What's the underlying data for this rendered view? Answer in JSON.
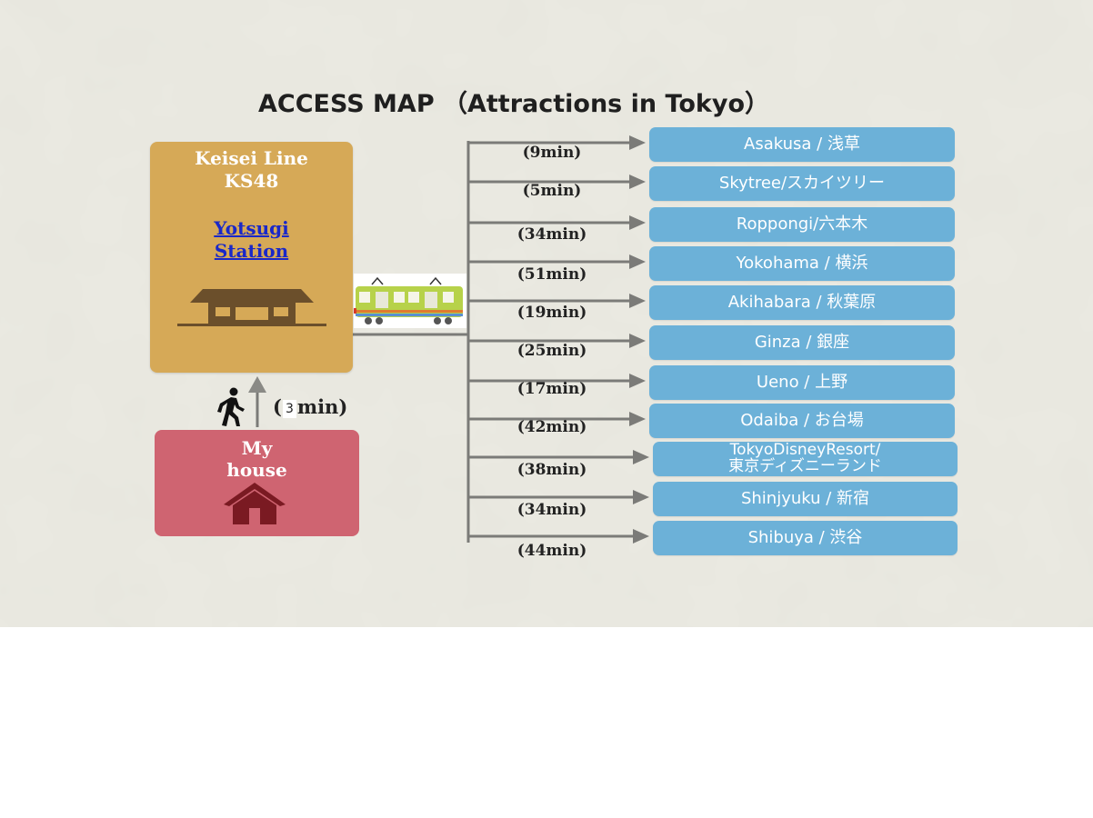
{
  "title": "ACCESS MAP （Attractions in Tokyo）",
  "station": {
    "line": "Keisei Line",
    "code": "KS48",
    "name_line1": "Yotsugi",
    "name_line2": "Station"
  },
  "walk": {
    "open": "(",
    "minutes": "3",
    "unit": "min)"
  },
  "home": {
    "line1": "My",
    "line2": "house"
  },
  "colors": {
    "background": "#ebeae2",
    "station_box": "#d6a957",
    "house_box": "#cf6471",
    "destination_box": "#6cb1d8",
    "link": "#1a28c8",
    "connector": "#7b7b78"
  },
  "icons": {
    "walk": "walking-person-icon",
    "station": "station-building-icon",
    "train": "train-icon",
    "home": "house-icon"
  },
  "destinations": [
    {
      "name": "Asakusa / 浅草",
      "time": "(9min)"
    },
    {
      "name": "Skytree/スカイツリー",
      "time": "(5min)"
    },
    {
      "name": "Roppongi/六本木",
      "time": "(34min)"
    },
    {
      "name": "Yokohama / 横浜",
      "time": "(51min)"
    },
    {
      "name": "Akihabara / 秋葉原",
      "time": "(19min)"
    },
    {
      "name": "Ginza / 銀座",
      "time": "(25min)"
    },
    {
      "name": "Ueno / 上野",
      "time": "(17min)"
    },
    {
      "name": "Odaiba / お台場",
      "time": "(42min)"
    },
    {
      "name_line1": "TokyoDisneyResort/",
      "name_line2": "東京ディズニーランド",
      "time": "(38min)"
    },
    {
      "name": "Shinjyuku / 新宿",
      "time": "(34min)"
    },
    {
      "name": "Shibuya / 渋谷",
      "time": "(44min)"
    }
  ]
}
